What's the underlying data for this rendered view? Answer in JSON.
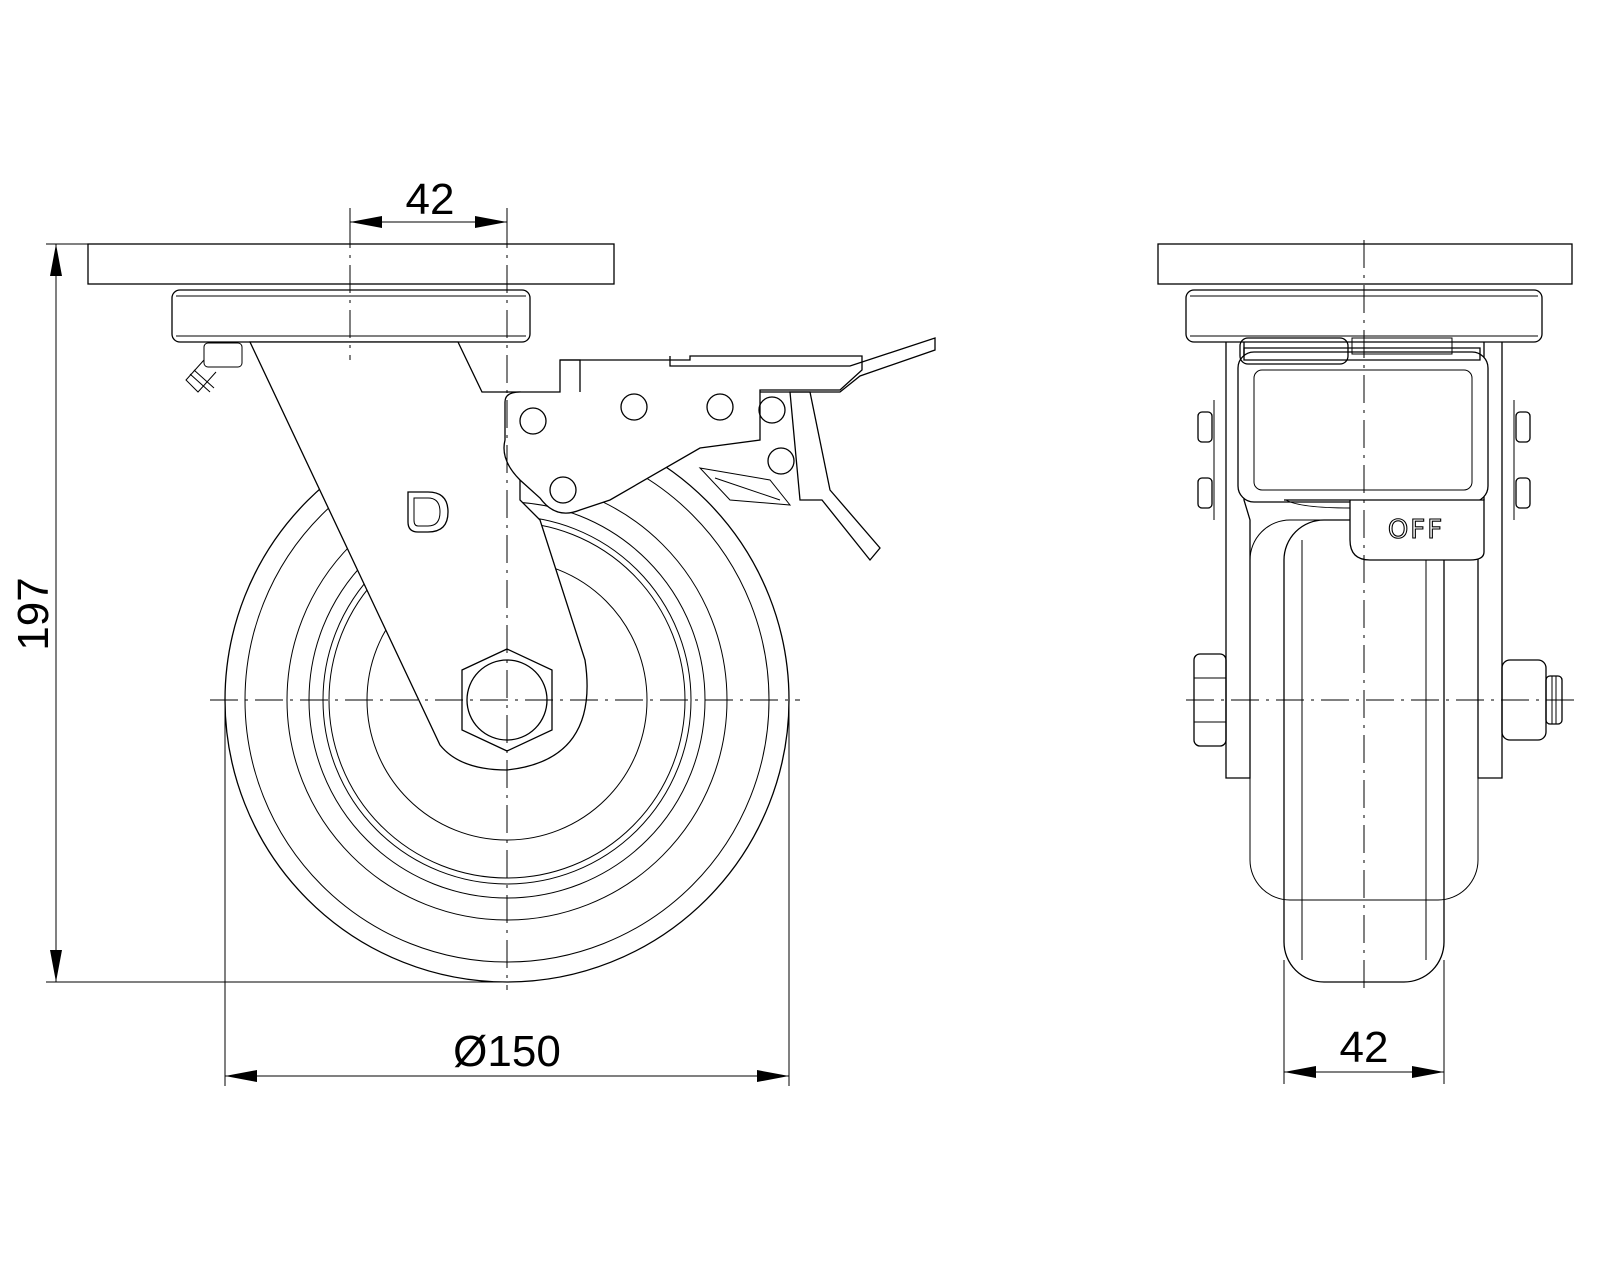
{
  "drawing": {
    "dimensions": {
      "overall_height": "197",
      "wheel_diameter": "Ø150",
      "offset_top": "42",
      "wheel_width": "42"
    },
    "labels": {
      "brake_state": "OFF"
    },
    "logo": "D"
  }
}
